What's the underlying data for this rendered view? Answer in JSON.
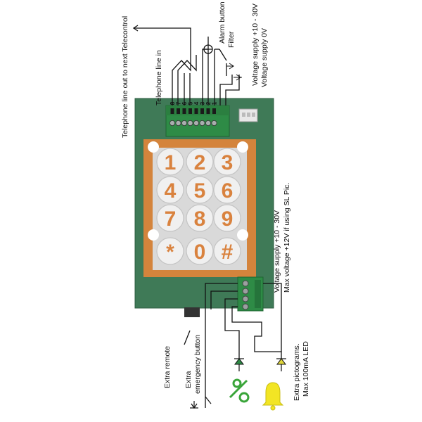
{
  "labels": {
    "telephone_out": "Telephone line out to next Telecontrol",
    "telephone_in": "Telephone line in",
    "alarm_button": "Alarm button",
    "filter": "Filter",
    "supply_plus": "Voltage supply +10 - 30V",
    "supply_zero": "Voltage supply 0V",
    "supply_right_1": "Voltage supply +10 - 30V",
    "supply_right_2": "Max voltage +12V if using SL Pic.",
    "extra_remote": "Extra remote",
    "extra_emergency_1": "Extra",
    "extra_emergency_2": "emergency button",
    "extra_pictograms_1": "Extra pictograms.",
    "extra_pictograms_2": "Max 100mA LED"
  },
  "terminal_numbers": [
    "8",
    "7",
    "6",
    "5",
    "4",
    "3",
    "2",
    "1"
  ],
  "keypad": {
    "keys": [
      "1",
      "2",
      "3",
      "4",
      "5",
      "6",
      "7",
      "8",
      "9",
      "*",
      "0",
      "#"
    ]
  },
  "icons": {
    "phone": "telephone-pictogram-icon",
    "bell": "bell-pictogram-icon"
  },
  "colors": {
    "board": "#3f7a57",
    "frame": "#d4843c",
    "key_text": "#d9823e",
    "connector": "#2e8b46",
    "phone_icon": "#3aa53a",
    "bell_icon": "#f2e524"
  }
}
